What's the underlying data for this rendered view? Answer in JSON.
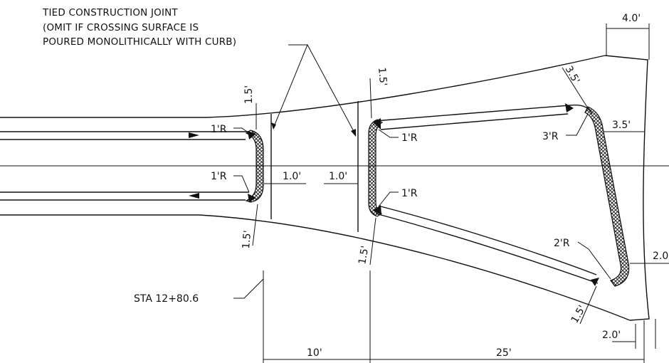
{
  "notes": {
    "joint_line1": "TIED CONSTRUCTION JOINT",
    "joint_line2": "(OMIT IF CROSSING SURFACE IS",
    "joint_line3": "POURED MONOLITHICALLY WITH CURB)",
    "station": "STA 12+80.6"
  },
  "dimensions": {
    "d_4_0": "4.0'",
    "d_3_5_top": "3.5'",
    "d_3_5_right": "3.5'",
    "d_1_5_a": "1.5'",
    "d_1_5_b": "1.5'",
    "d_1_5_c": "1.5'",
    "d_1_5_d": "1.5'",
    "d_1_5_e": "1.5'",
    "d_1_0_a": "1.0'",
    "d_1_0_b": "1.0'",
    "d_2_0_right": "2.0",
    "d_2_0_bottom": "2.0'",
    "d_10": "10'",
    "d_25": "25'"
  },
  "radii": {
    "r1_a": "1'R",
    "r1_b": "1'R",
    "r1_c": "1'R",
    "r1_d": "1'R",
    "r3": "3'R",
    "r2": "2'R"
  }
}
